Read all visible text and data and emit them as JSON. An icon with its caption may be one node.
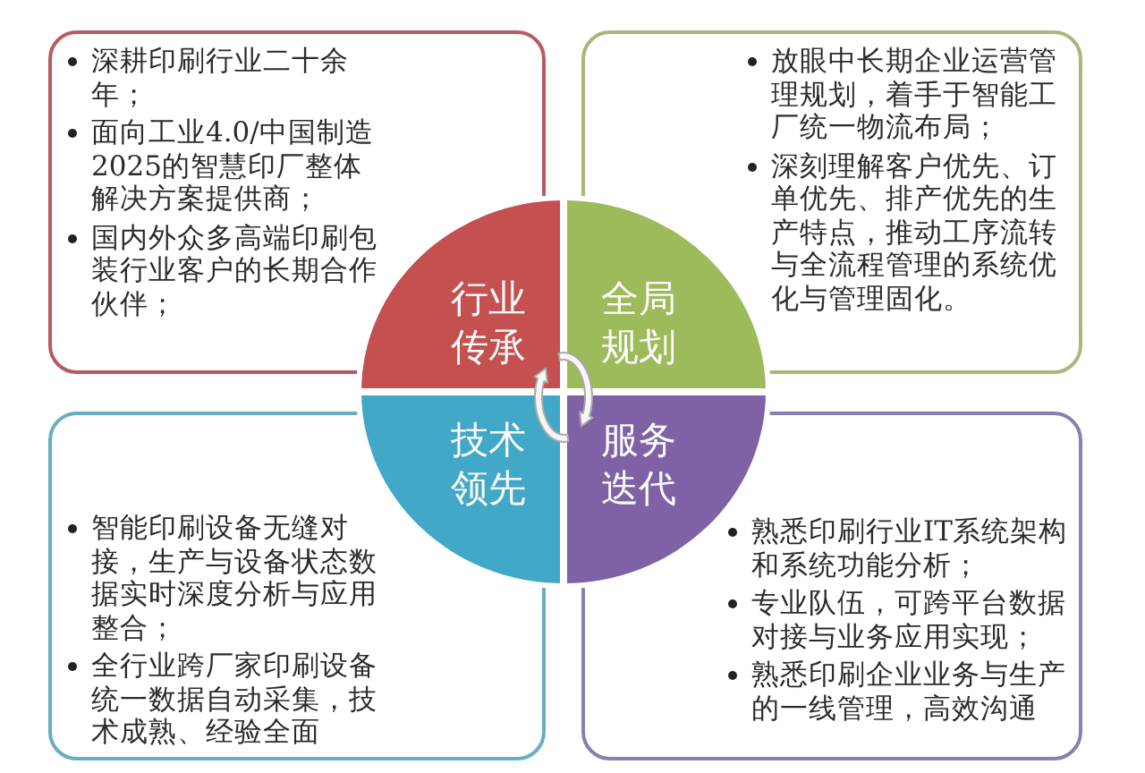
{
  "diagram": {
    "nodes": [
      {
        "text": [
          "深耕印刷行业二十余年；",
          "面向工业4.0/中国制造2025的智慧印厂整体解决方案提供商；",
          "国内外众多高端印刷包装行业客户的长期合作伙伴；"
        ]
      },
      {
        "text": [
          "放眼中长期企业运营管理规划，着手于智能工厂统一物流布局；",
          "深刻理解客户优先、订单优先、排产优先的生产特点，推动工序流转与全流程管理的系统优化与管理固化。"
        ]
      },
      {
        "text": [
          "行业传承"
        ]
      },
      {
        "text": [
          "全局规划"
        ]
      },
      {
        "text": [
          "技术领先"
        ]
      },
      {
        "text": [
          "服务迭代"
        ]
      },
      {
        "text": [
          "智能印刷设备无缝对接，生产与设备状态数据实时深度分析与应用整合；",
          "全行业跨厂家印刷设备统一数据自动采集，技术成熟、经验全面"
        ]
      },
      {
        "text": [
          "熟悉印刷行业IT系统架构和系统功能分析；",
          "专业队伍，可跨平台数据对接与业务应用实现；",
          "熟悉印刷企业业务与生产的一线管理，高效沟通"
        ]
      }
    ]
  }
}
